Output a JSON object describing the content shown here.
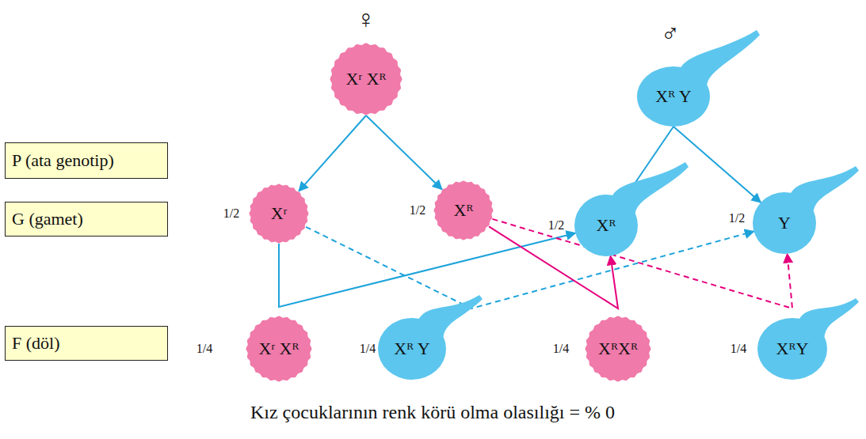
{
  "diagram": {
    "caption": "Kız çocuklarının renk körü olma olasılığı = % 0",
    "nodes": [
      {
        "text": [
          "P (ata genotip)"
        ]
      },
      {
        "text": [
          "Xʳ Xᴿ"
        ]
      },
      {
        "text": [
          "Xᴿ Y"
        ]
      },
      {
        "text": [
          "G (gamet)"
        ]
      },
      {
        "text": [
          "Xʳ"
        ]
      },
      {
        "text": [
          "Xᴿ"
        ]
      },
      {
        "text": [
          "Xᴿ"
        ]
      },
      {
        "text": [
          "Y"
        ]
      },
      {
        "text": [
          "F (döl)"
        ]
      },
      {
        "text": [
          "Xʳ Xᴿ"
        ]
      },
      {
        "text": [
          "Xᴿ Y"
        ]
      },
      {
        "text": [
          "XᴿXᴿ"
        ]
      },
      {
        "text": [
          "XᴿY"
        ]
      }
    ],
    "edges": [
      {
        "from": 1,
        "to": 4,
        "arrow": "to"
      },
      {
        "from": 1,
        "to": 5,
        "arrow": "to"
      },
      {
        "from": 2,
        "to": 6,
        "arrow": "to"
      },
      {
        "from": 2,
        "to": 7,
        "arrow": "to"
      },
      {
        "from": 4,
        "to": 6,
        "arrow": "to"
      },
      {
        "from": 4,
        "to": 7,
        "arrow": "to"
      },
      {
        "from": 5,
        "to": 6,
        "arrow": "to"
      },
      {
        "from": 5,
        "to": 7,
        "arrow": "to"
      }
    ],
    "labels": [
      "♀",
      "♂",
      "1/2",
      "1/2",
      "1/2",
      "1/2",
      "1/4",
      "1/4",
      "1/4",
      "1/4"
    ]
  }
}
